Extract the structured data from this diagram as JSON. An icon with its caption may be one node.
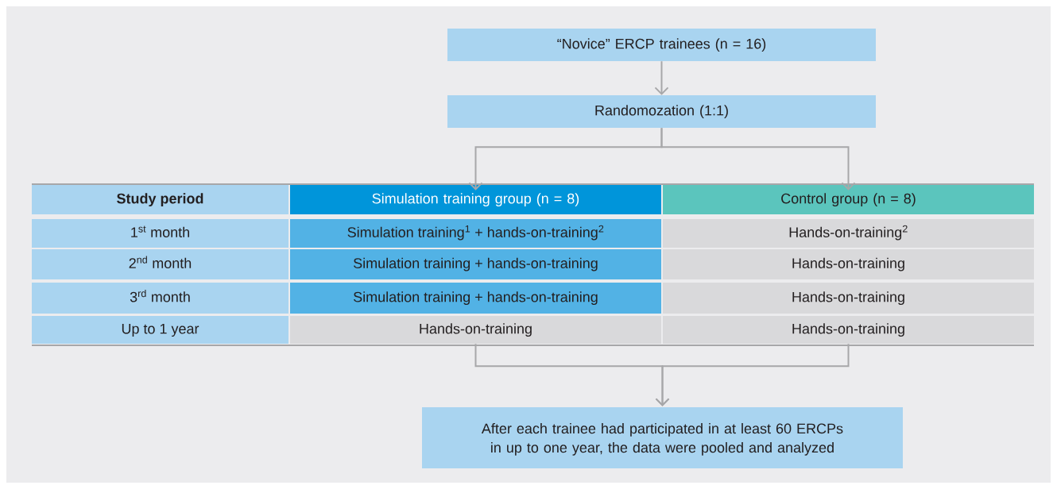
{
  "diagram": {
    "nodes": [
      {
        "text": [
          "“Novice” ERCP trainees (n = 16)"
        ]
      },
      {
        "text": [
          "Randomozation (1:1)"
        ]
      },
      {
        "text": [
          "Simulation training group (n = 8)"
        ]
      },
      {
        "text": [
          "Control group (n = 8)"
        ]
      },
      {
        "text": [
          "Hands-on-training"
        ]
      },
      {
        "text": [
          "Hands-on-training"
        ]
      },
      {
        "text": [
          "After each trainee had participated in at least 60 ERCPs in up to one year, the data were pooled and analyzed"
        ]
      }
    ],
    "edges": [
      {
        "from": 0,
        "to": 1,
        "arrow": "to"
      },
      {
        "from": 1,
        "to": 2,
        "arrow": "to"
      },
      {
        "from": 1,
        "to": 3,
        "arrow": "to"
      },
      {
        "from": 4,
        "to": 6,
        "arrow": "to"
      },
      {
        "from": 5,
        "to": 6,
        "arrow": "to"
      }
    ],
    "labels": [
      "Study period",
      "1$^{st}$ month",
      "Simulation training$^{1}$ + hands-on-training$^{2}$",
      "Hands-on-training$^{2}$",
      "2$^{nd}$ month",
      "Simulation training + hands-on-training",
      "Hands-on-training",
      "3$^{rd}$ month",
      "Simulation training + hands-on-training",
      "Hands-on-training",
      "Up to 1 year"
    ]
  }
}
